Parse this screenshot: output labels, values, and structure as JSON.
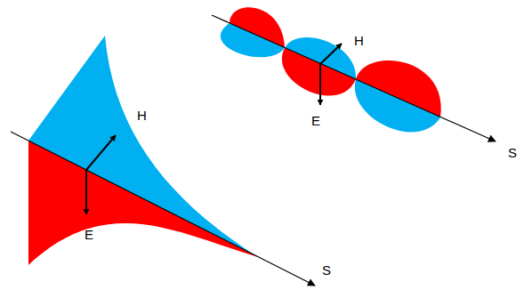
{
  "diagram": {
    "labels": [
      "H",
      "E",
      "S",
      "H",
      "E",
      "S"
    ]
  }
}
